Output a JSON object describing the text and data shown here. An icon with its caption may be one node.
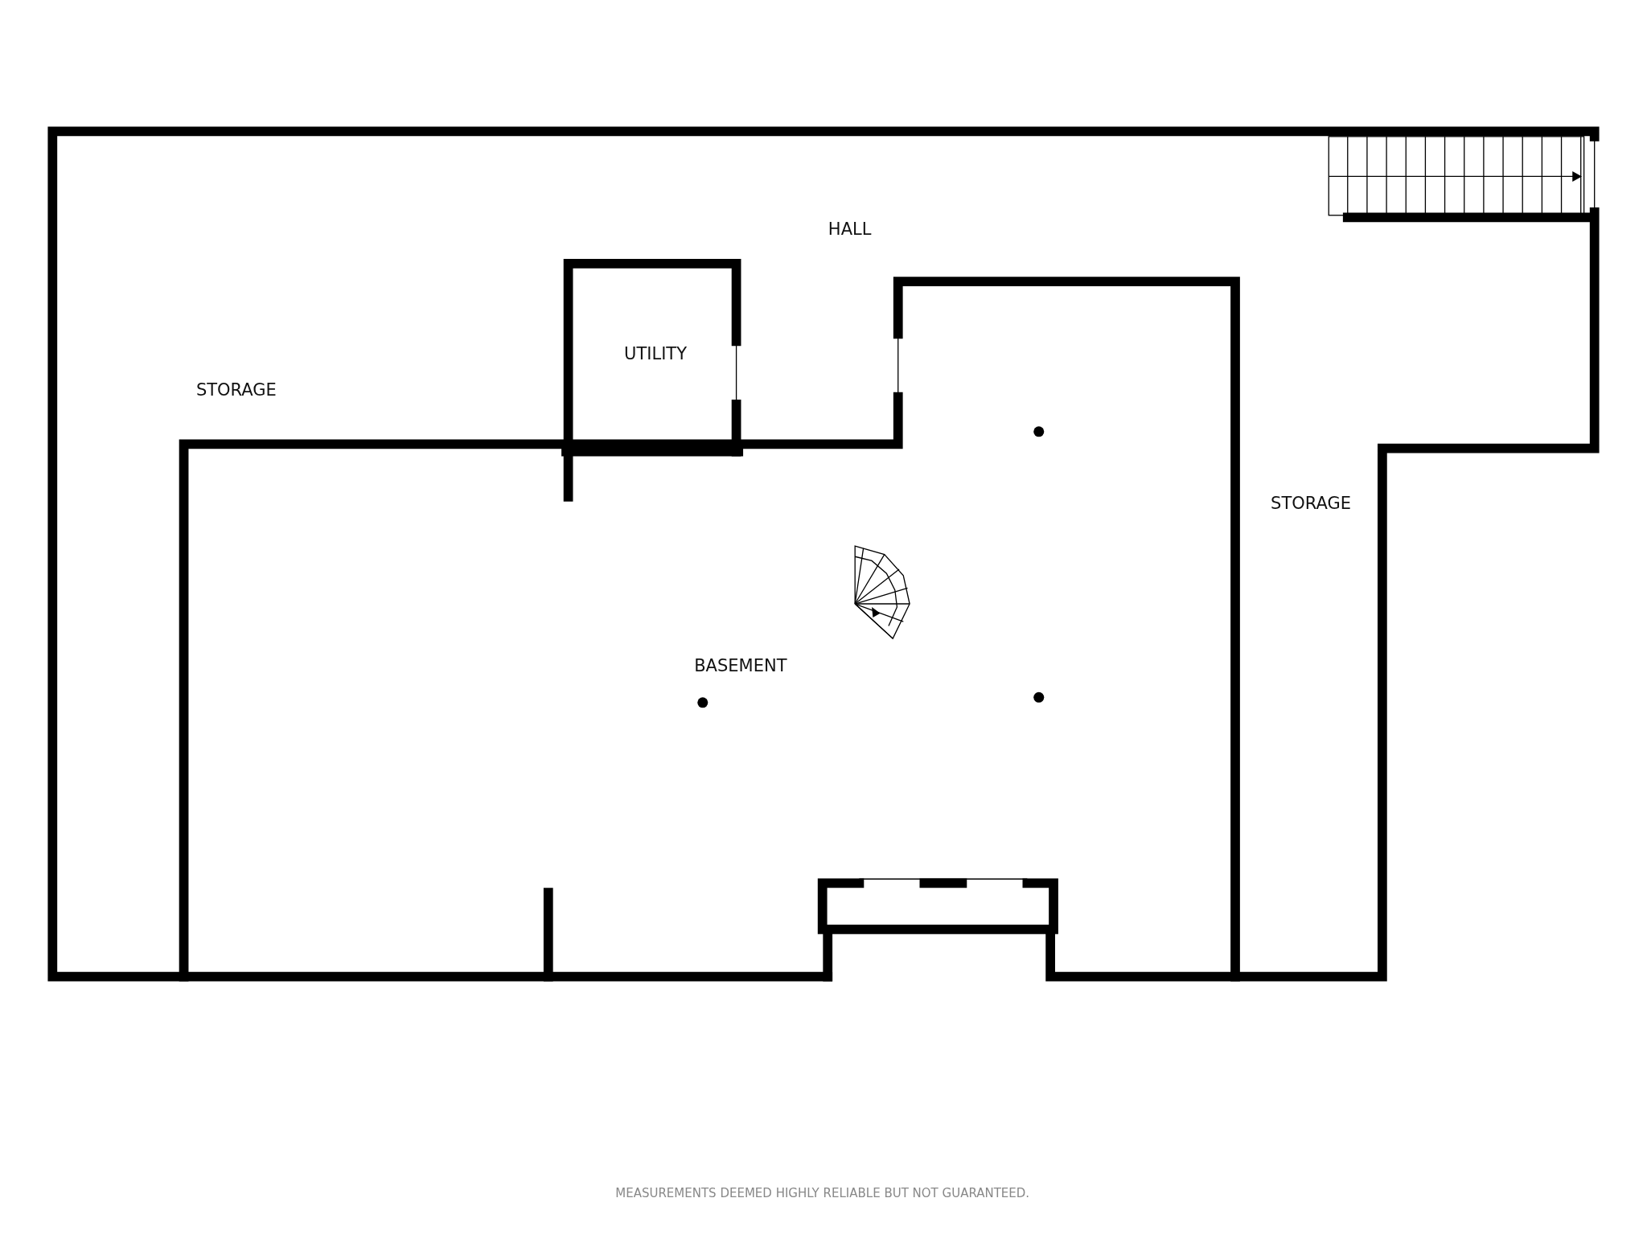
{
  "diagram": {
    "labels": [
      "HALL",
      "UTILITY",
      "STORAGE",
      "STORAGE",
      "BASEMENT",
      "MEASUREMENTS DEEMED HIGHLY RELIABLE BUT NOT GUARANTEED."
    ]
  }
}
